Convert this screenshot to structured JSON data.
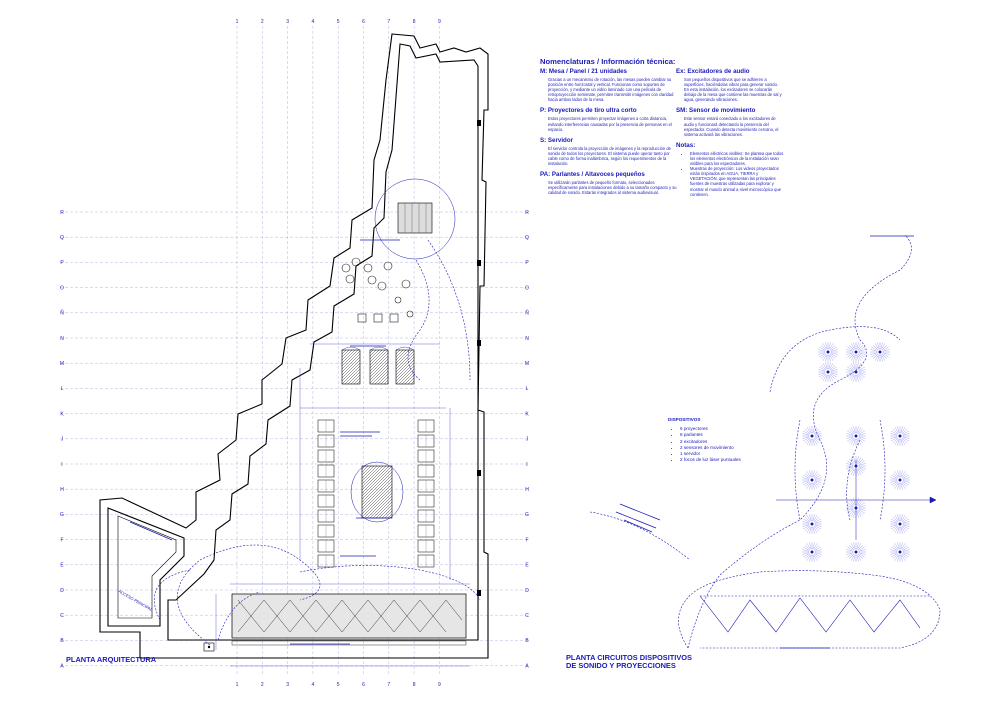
{
  "grid": {
    "columns": [
      "1",
      "2",
      "3",
      "4",
      "5",
      "6",
      "7",
      "8",
      "9"
    ],
    "rows": [
      "R",
      "Q",
      "P",
      "O",
      "Ñ",
      "N",
      "M",
      "L",
      "K",
      "J",
      "I",
      "H",
      "G",
      "F",
      "E",
      "D",
      "C",
      "B",
      "A"
    ]
  },
  "titles": {
    "arquitectura": "PLANTA ARQUITECTURA",
    "circuitos_line1": "PLANTA CIRCUITOS DISPOSITIVOS",
    "circuitos_line2": "DE SONIDO Y PROYECCIONES"
  },
  "notes": {
    "heading": "Nomenclaturas / Información técnica:",
    "sections_left": [
      {
        "title": "M: Mesa / Panel / 21 unidades",
        "body": "Gracias a un mecanismo de rotación, las mesas pueden cambiar su posición entre horizontal y vertical. Funcionan como soportes de proyección, y mediante un vidrio laminado con una película de retroproyección semimate, permiten transmitir imágenes con claridad hacia ambos lados de la mesa."
      },
      {
        "title": "P: Proyectores de tiro ultra corto",
        "body": "Estos proyectores permiten proyectar imágenes a corta distancia, evitando interferencias causadas por la presencia de personas en el espacio."
      },
      {
        "title": "S: Servidor",
        "body": "El servidor controla la proyección de imágenes y la reproducción de sonido de todos los proyectores. El sistema puede operar tanto por cable como de forma inalámbrica, según los requerimientos de la instalación."
      },
      {
        "title": "PA: Parlantes / Altavoces pequeños",
        "body": "Se utilizarán parlantes de pequeño formato, seleccionados específicamente para instalaciones debido a su tamaño compacto y su calidad de sonido. Estarán integrados al sistema audiovisual."
      }
    ],
    "sections_right": [
      {
        "title": "Ex: Excitadores de audio",
        "body": "Son pequeños dispositivos que se adhieren a superficies, haciéndolas vibrar para generar sonido. En esta instalación, los excitadores se colocarán debajo de la mesa que contiene las muestras de sal y agua, generando vibraciones."
      },
      {
        "title": "SM: Sensor de movimiento",
        "body": "Este sensor estará conectado a los excitadores de audio y funcionará detectando la presencia del espectador. Cuando detecta movimiento cercano, el sistema activará las vibraciones."
      }
    ],
    "notas_title": "Notas:",
    "notas": [
      "Elementos eléctricos visibles: Se plantea que todos los elementos electrónicos de la instalación sean visibles para los espectadores.",
      "Muestras de proyección: Los videos proyectados están inspirados en AGUA, TIERRA y VEGETACIÓN, que representan las principales fuentes de muestras utilizadas para explorar y mostrar el mundo animal a nivel microscópico que contienen."
    ]
  },
  "dispositivos": {
    "title": "DISPOSITIVOS",
    "items": [
      "6 proyectores",
      "8 parlantes",
      "2 excitadores",
      "2 sensores de movimiento",
      "1 servidor",
      "2 focos de luz láser puntuales"
    ]
  },
  "labels": {
    "acceso": "ACCESO PRINCIPAL"
  },
  "colors": {
    "line": "#1a1ab8",
    "dim": "#3a3ad8",
    "grid": "#8888cc",
    "black": "#000000",
    "hatch": "#555555"
  }
}
